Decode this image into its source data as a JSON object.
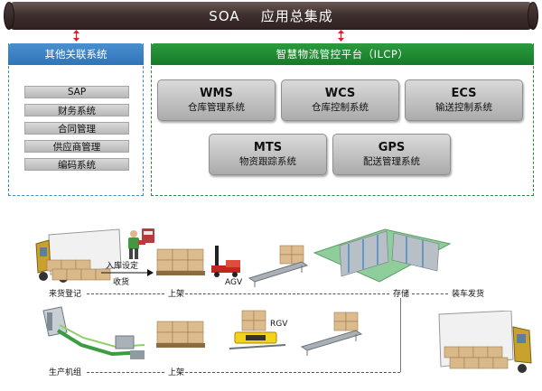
{
  "banner": {
    "title": "SOA    应用总集成"
  },
  "left_panel": {
    "title": "其他关联系统",
    "items": [
      "SAP",
      "财务系统",
      "合同管理",
      "供应商管理",
      "编码系统"
    ]
  },
  "right_panel": {
    "title": "智慧物流管控平台（ILCP）",
    "modules": [
      {
        "code": "WMS",
        "name": "仓库管理系统"
      },
      {
        "code": "WCS",
        "name": "仓库控制系统"
      },
      {
        "code": "ECS",
        "name": "输送控制系统"
      },
      {
        "code": "MTS",
        "name": "物资跟踪系统"
      },
      {
        "code": "GPS",
        "name": "配送管理系统"
      }
    ]
  },
  "flow": {
    "receive_setting": "入库设定",
    "receive_goods": "收货",
    "incoming_registration": "来货登记",
    "shelving_top": "上架",
    "agv": "AGV",
    "storage": "存储",
    "loading_shipping": "装车发货",
    "rgv": "RGV",
    "production_unit": "生产机组",
    "shelving_bottom": "上架"
  },
  "colors": {
    "banner": "#3f302e",
    "left_accent": "#2f74b8",
    "right_accent": "#167a28",
    "arrow": "#d8232a"
  }
}
